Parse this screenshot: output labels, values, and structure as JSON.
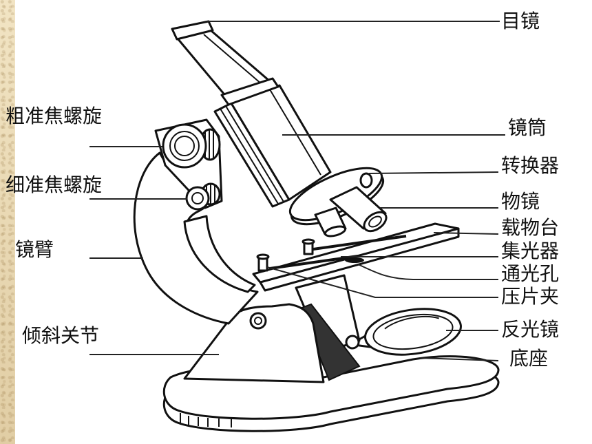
{
  "labels": {
    "eyepiece": "目镜",
    "tube": "镜筒",
    "nosepiece": "转换器",
    "objective": "物镜",
    "stage": "载物台",
    "condenser": "集光器",
    "aperture": "通光孔",
    "clips": "压片夹",
    "mirror": "反光镜",
    "base": "底座",
    "coarse_focus": "粗准焦螺旋",
    "fine_focus": "细准焦螺旋",
    "arm": "镜臂",
    "inclination_joint": "倾斜关节"
  },
  "colors": {
    "ink": "#111111",
    "paper": "#ffffff",
    "parchment": "#e9d9b3"
  }
}
